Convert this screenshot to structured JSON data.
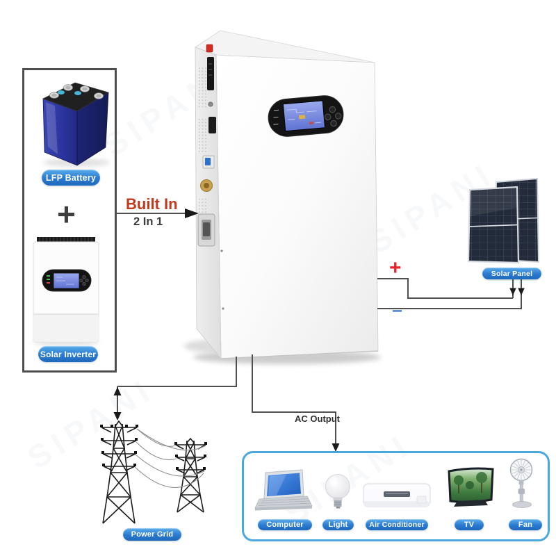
{
  "watermark": {
    "text": "SIPANI"
  },
  "left_box": {
    "battery_label": "LFP Battery",
    "combiner_plus": "+",
    "inverter_label": "Solar Inverter"
  },
  "builtin_callout": {
    "title": "Built In",
    "subtitle": "2 In 1"
  },
  "solar": {
    "panel_label": "Solar Panel",
    "positive": "+",
    "negative": "−"
  },
  "power_grid": {
    "label": "Power Grid"
  },
  "ac_output": {
    "label": "AC Output"
  },
  "appliance_box": {
    "items": [
      {
        "label": "Computer"
      },
      {
        "label": "Light"
      },
      {
        "label": "Air Conditioner"
      },
      {
        "label": "TV"
      },
      {
        "label": "Fan"
      }
    ]
  },
  "colors": {
    "pill_blue": "#2b7ad0",
    "callout_red": "#c2391f",
    "positive_red": "#e8232b",
    "negative_blue": "#5b8fd9",
    "wire_gray": "#4f4f4f",
    "outline_box_gray": "#4e4e4e",
    "appliance_border_blue": "#49a8e0",
    "lcd_blue": "#7c8ce0",
    "solar_panel_dark": "#232b3a",
    "battery_blue": "#272f8e"
  }
}
